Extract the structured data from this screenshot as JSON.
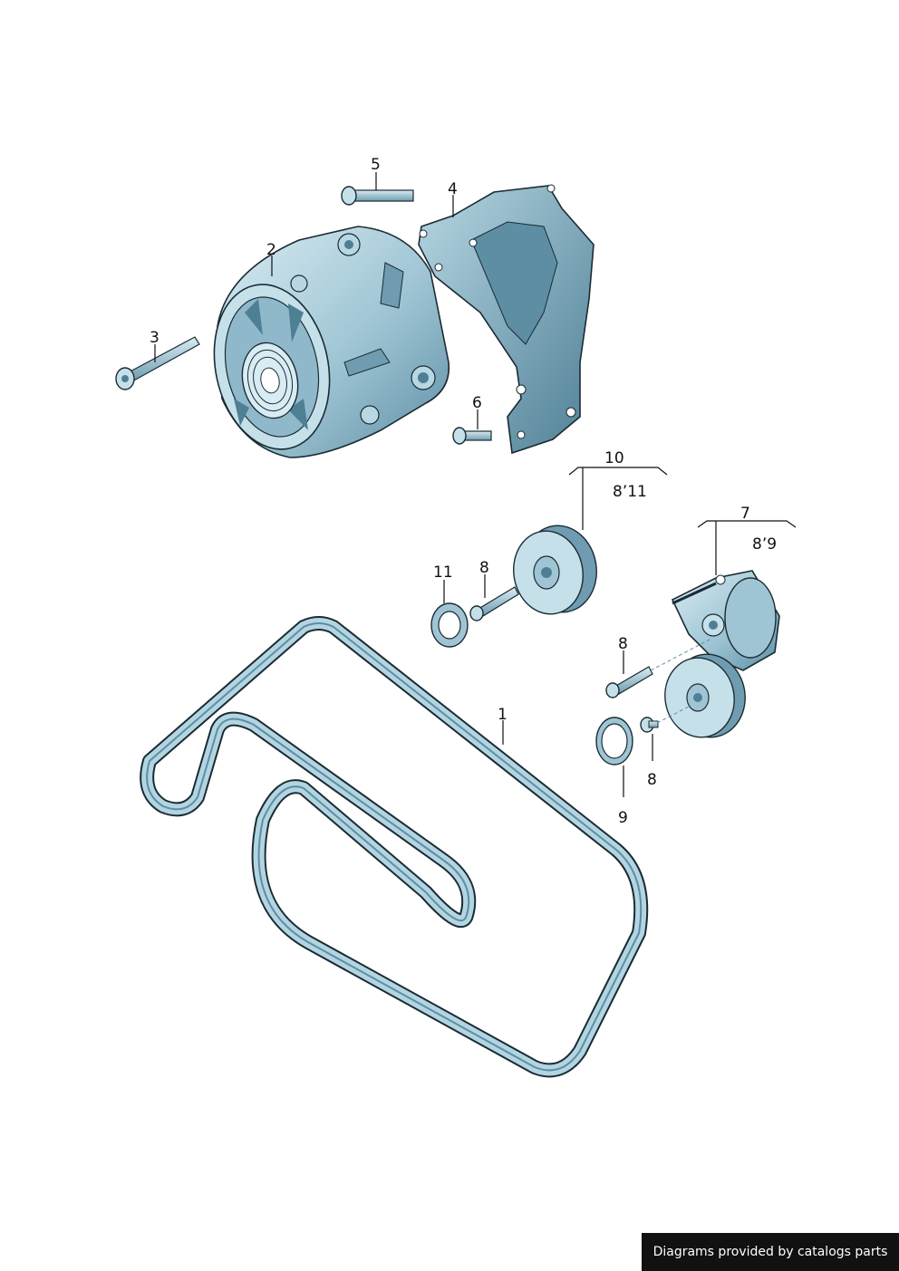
{
  "colors": {
    "part_fill": "#9fc5d4",
    "part_dark": "#4f7f95",
    "part_light": "#d9ecf3",
    "outline": "#1a2b33",
    "label": "#111111",
    "footer_bg": "#111111",
    "footer_text": "#ffffff"
  },
  "callouts": {
    "c1": "1",
    "c2": "2",
    "c3": "3",
    "c4": "4",
    "c5": "5",
    "c6": "6",
    "c7": "7",
    "c7_sub": "8’9",
    "c8a": "8",
    "c8b": "8",
    "c8c": "8",
    "c9": "9",
    "c10": "10",
    "c10_sub": "8’11",
    "c11": "11"
  },
  "footer": {
    "text": "Diagrams provided by catalogs parts"
  }
}
